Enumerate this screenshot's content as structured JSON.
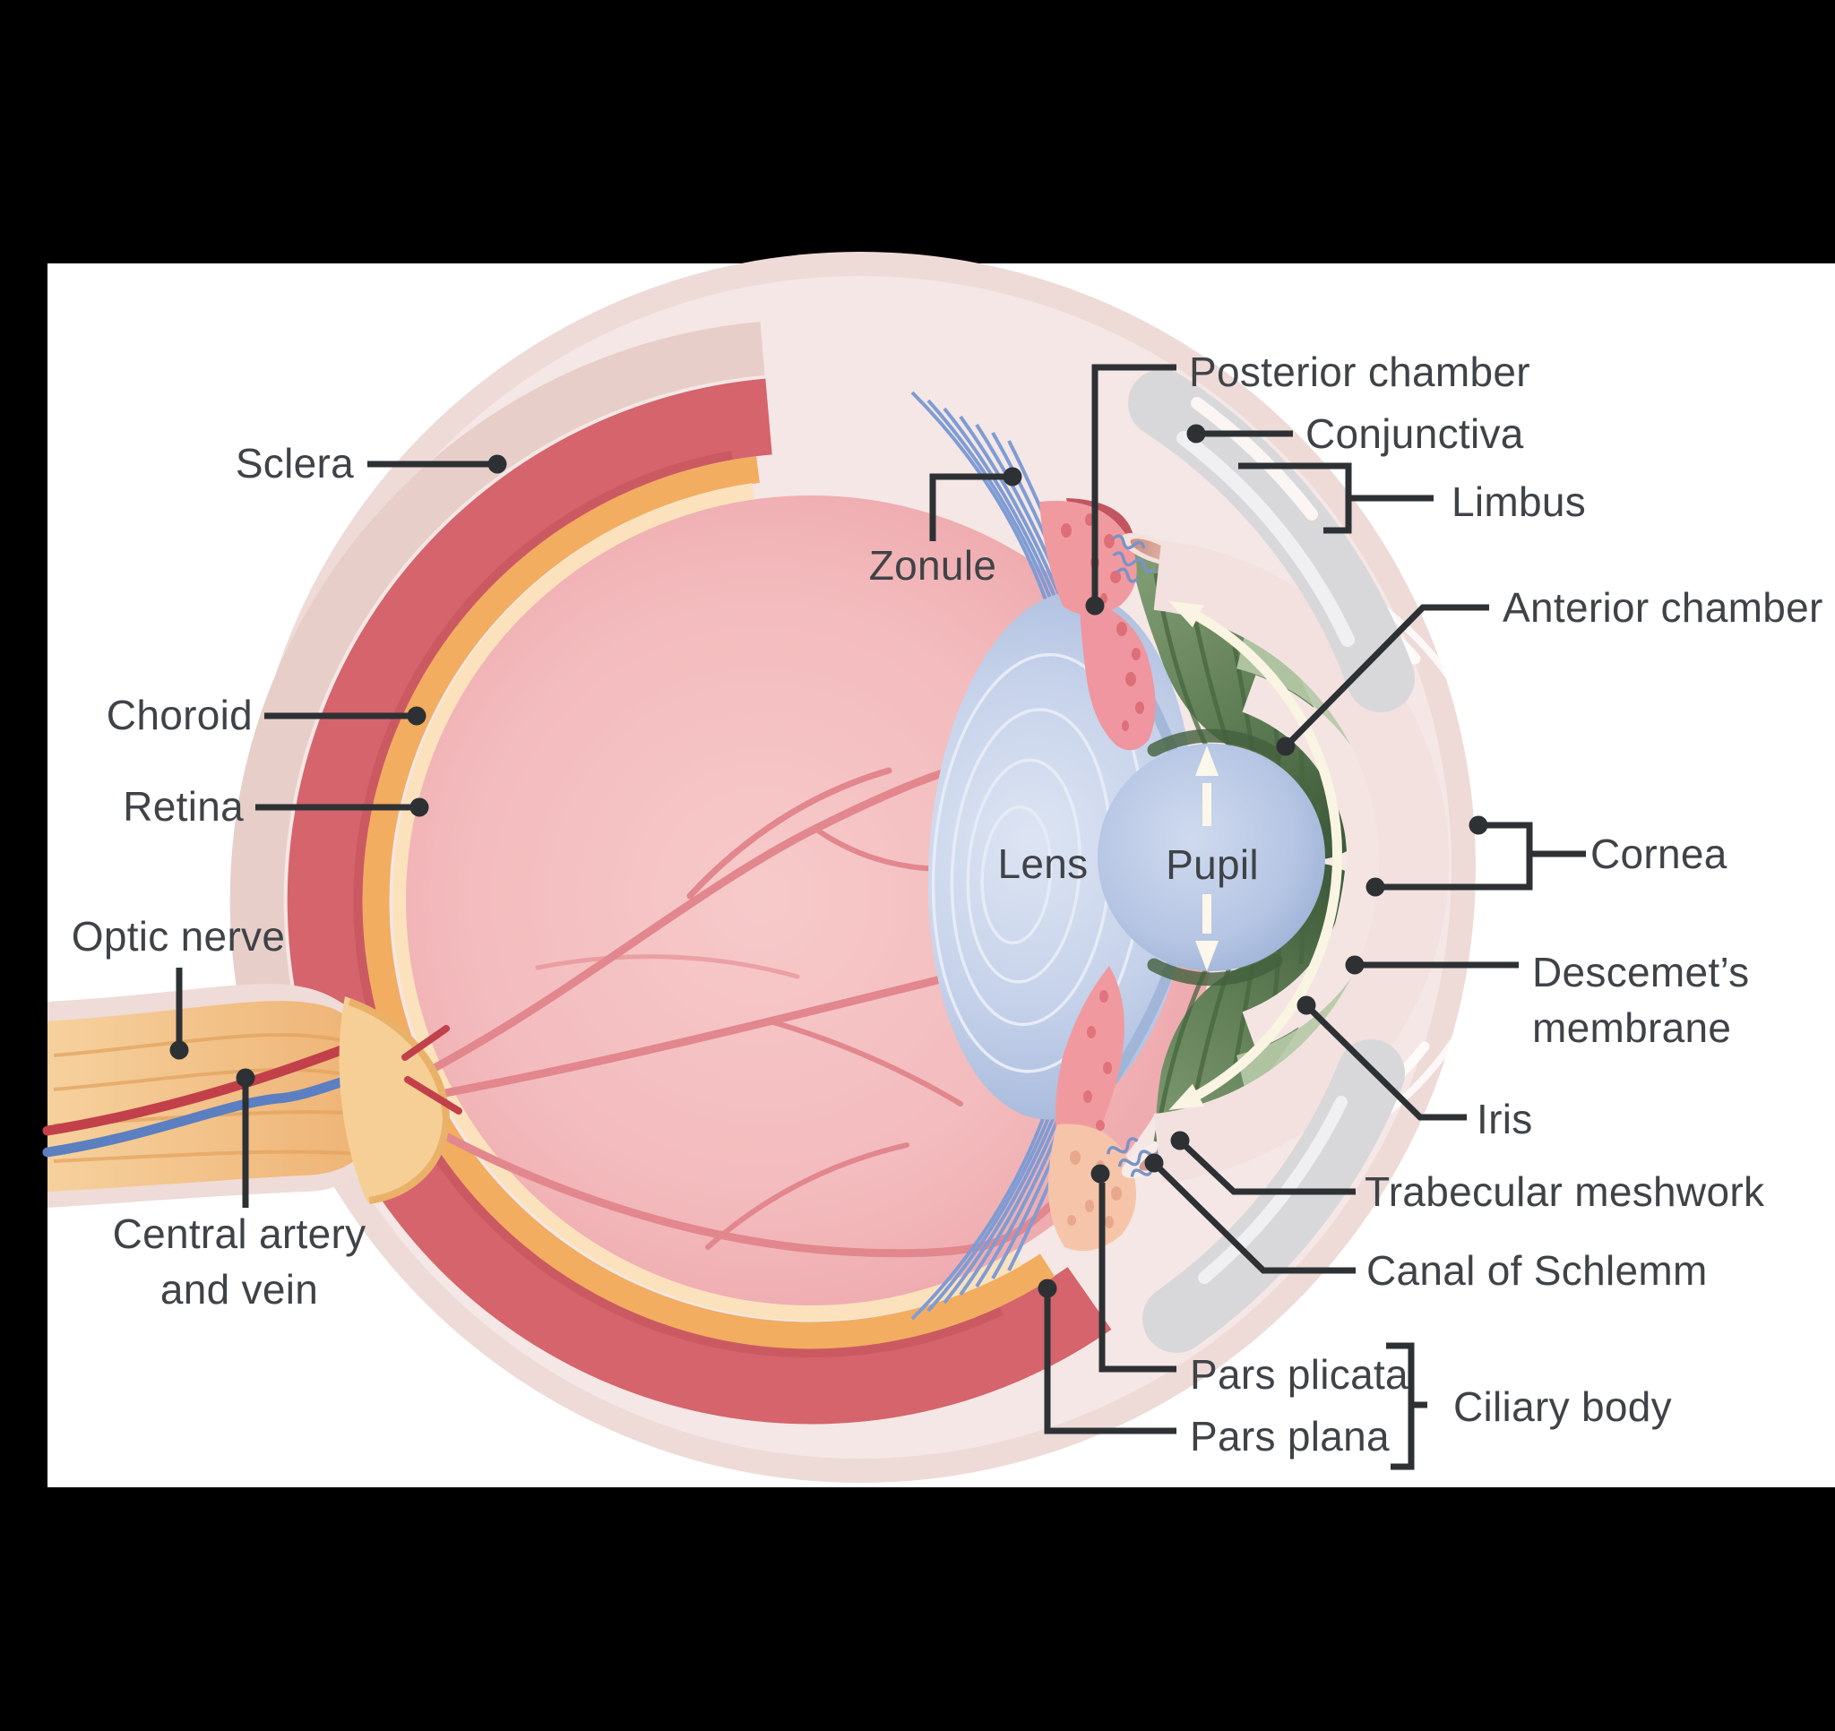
{
  "labels": {
    "sclera": "Sclera",
    "choroid": "Choroid",
    "retina": "Retina",
    "optic_nerve": "Optic nerve",
    "central_artery_line1": "Central artery",
    "central_artery_line2": "and vein",
    "zonule": "Zonule",
    "lens": "Lens",
    "pupil": "Pupil",
    "posterior_chamber": "Posterior chamber",
    "conjunctiva": "Conjunctiva",
    "limbus": "Limbus",
    "anterior_chamber": "Anterior chamber",
    "cornea": "Cornea",
    "descemets_line1": "Descemet’s",
    "descemets_line2": "membrane",
    "iris": "Iris",
    "trabecular_meshwork": "Trabecular meshwork",
    "canal_of_schlemm": "Canal of Schlemm",
    "pars_plicata": "Pars plicata",
    "pars_plana": "Pars plana",
    "ciliary_body": "Ciliary body"
  },
  "colors": {
    "background": "#000000",
    "panel": "#ffffff",
    "label_text": "#3f4347",
    "leader_line": "#2d3134",
    "sclera": "#f4e7e5",
    "sclera_halo": "#eedad7",
    "sclera_cut": "#e8cec9",
    "choroid": "#d5646c",
    "retina_orange": "#f2ad61",
    "retina_cream": "#fbe2bd",
    "vitreous": "#f2b7b9",
    "vessel_pink": "#e2878d",
    "lens_blue": "#b9c7e4",
    "iris_green": "#5f7d55",
    "descemet_green": "#b5c9a7",
    "cornea_pink": "#f3e1df",
    "conjunctiva_gray": "#d8d8da",
    "ciliary_pink": "#f09aa0",
    "ciliary_cream": "#f6c5a9",
    "zonule_blue": "#7f9cd4",
    "trabecular_blue": "#7b93c6",
    "optic_nerve_tan": "#f4c98e",
    "artery_red": "#c2404a",
    "vein_blue": "#5b7fc0",
    "arrow_white": "#faf4e2"
  }
}
